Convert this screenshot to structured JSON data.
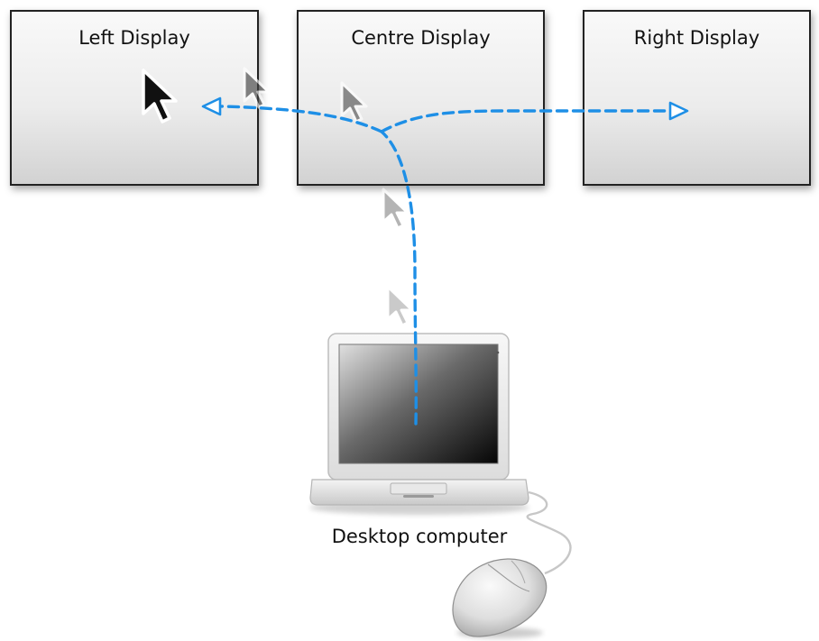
{
  "displays": {
    "left": {
      "label": "Left Display"
    },
    "centre": {
      "label": "Centre Display"
    },
    "right": {
      "label": "Right Display"
    }
  },
  "computer": {
    "label": "Desktop computer"
  },
  "colors": {
    "path": "#1e8fe6",
    "display_border": "#222222",
    "cursor": "#111111"
  },
  "icons": [
    "mouse-pointer-icon",
    "laptop-icon",
    "mouse-icon"
  ]
}
